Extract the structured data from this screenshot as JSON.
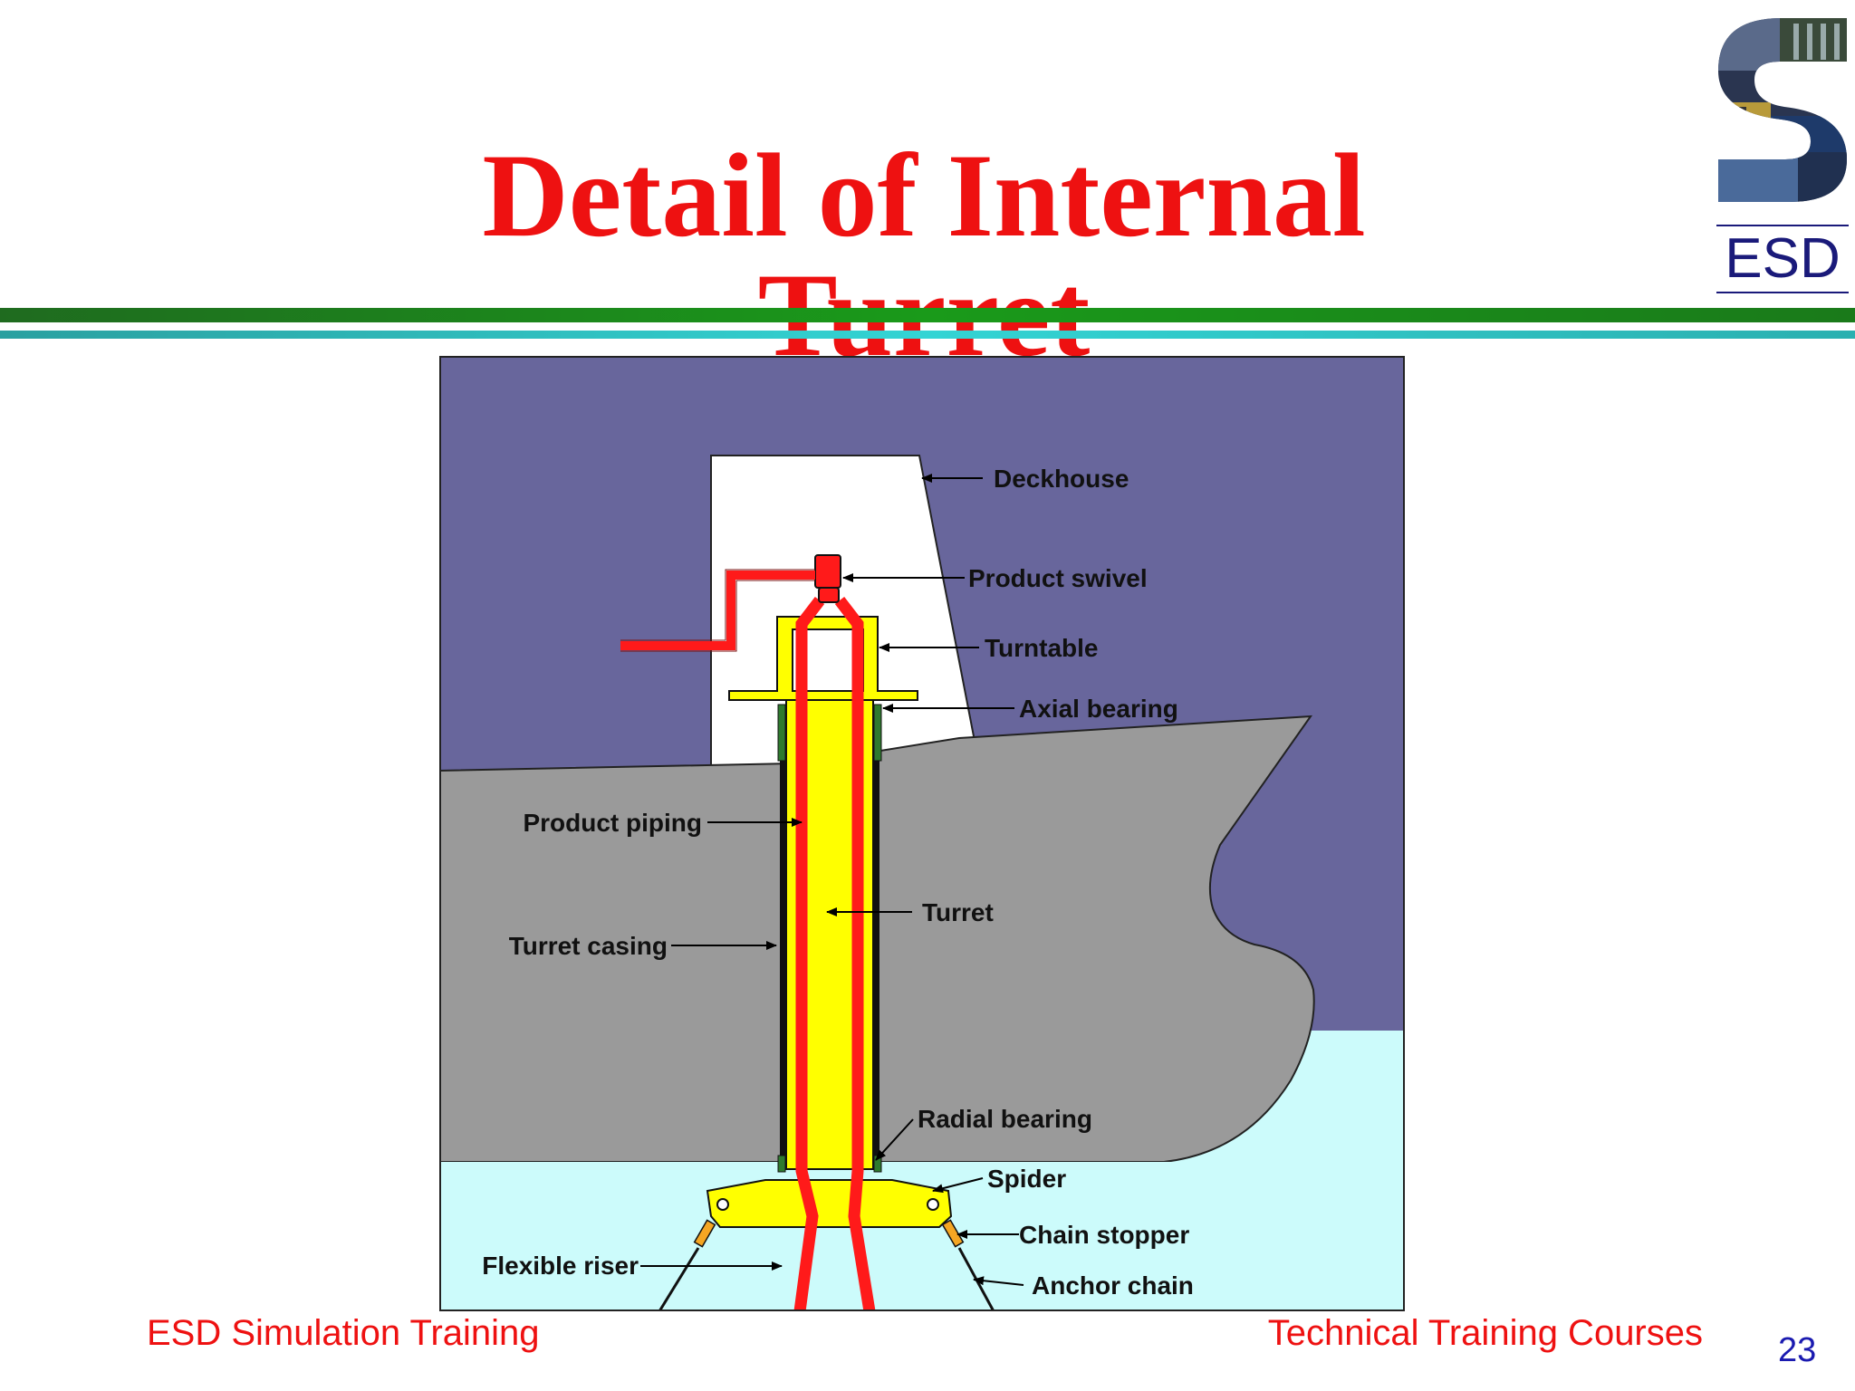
{
  "title": "Detail of Internal Turret",
  "logo": {
    "text": "ESD"
  },
  "footer": {
    "left": "ESD Simulation  Training",
    "right": "Technical Training  Courses",
    "page_number": "23"
  },
  "diagram": {
    "labels": {
      "deckhouse": "Deckhouse",
      "product_swivel": "Product swivel",
      "turntable": "Turntable",
      "axial_bearing": "Axial bearing",
      "product_piping": "Product piping",
      "turret": "Turret",
      "turret_casing": "Turret casing",
      "radial_bearing": "Radial bearing",
      "spider": "Spider",
      "chain_stopper": "Chain stopper",
      "flexible_riser": "Flexible riser",
      "anchor_chain": "Anchor chain"
    }
  },
  "colors": {
    "title": "#ee1111",
    "sky": "#68669c",
    "water": "#ccfbfb",
    "hull": "#9a9a9a",
    "turret": "#ffff00",
    "piping": "#ff1a1a",
    "bearing": "#2e7a2e",
    "chain_stopper": "#f5a623"
  }
}
